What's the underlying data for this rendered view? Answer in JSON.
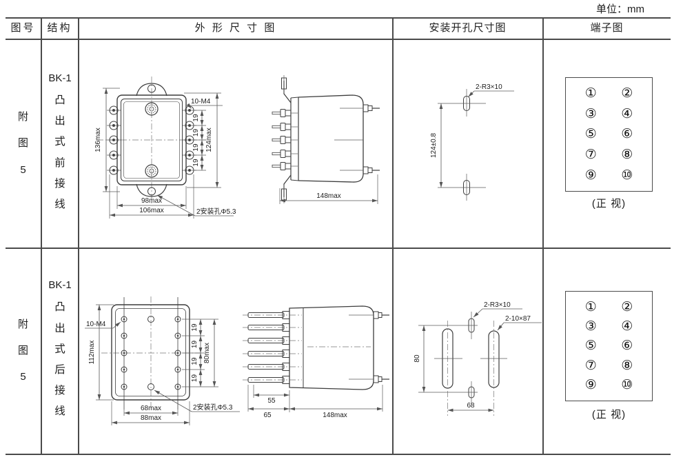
{
  "unit_label": "单位：mm",
  "header": {
    "fig_no": "图号",
    "structure": "结构",
    "outline": "外 形 尺 寸 图",
    "mounting": "安装开孔尺寸图",
    "terminal": "端子图"
  },
  "terminal_numbers": [
    "①",
    "②",
    "③",
    "④",
    "⑤",
    "⑥",
    "⑦",
    "⑧",
    "⑨",
    "⑩"
  ],
  "rows": [
    {
      "fig_label": "附图5",
      "model": "BK-1",
      "structure_type": "凸出式前接线",
      "front": {
        "overall_height": "136max",
        "terminal_span": "124max",
        "pitch": "19",
        "screw_label": "10-M4",
        "inner_width": "98max",
        "overall_width": "106max",
        "mount_hole_label": "2安装孔Φ5.3"
      },
      "side": {
        "depth": "148max"
      },
      "holes": {
        "slot_label": "2-R3×10",
        "vertical_pitch": "124±0.8"
      },
      "terminal_caption": "(正 视)"
    },
    {
      "fig_label": "附图5",
      "model": "BK-1",
      "structure_type": "凸出式后接线",
      "front": {
        "overall_height": "112max",
        "terminal_span": "80max",
        "pitch": "19",
        "screw_label": "10-M4",
        "inner_width": "68max",
        "overall_width": "88max",
        "mount_hole_label": "2安装孔Φ5.3"
      },
      "side": {
        "stud_length": "55",
        "flange_depth": "65",
        "depth": "148max"
      },
      "holes": {
        "slot_label": "2-R3×10",
        "long_slot_label": "2-10×87",
        "vertical_pitch": "80",
        "horizontal_pitch": "68"
      },
      "terminal_caption": "(正 视)"
    }
  ]
}
